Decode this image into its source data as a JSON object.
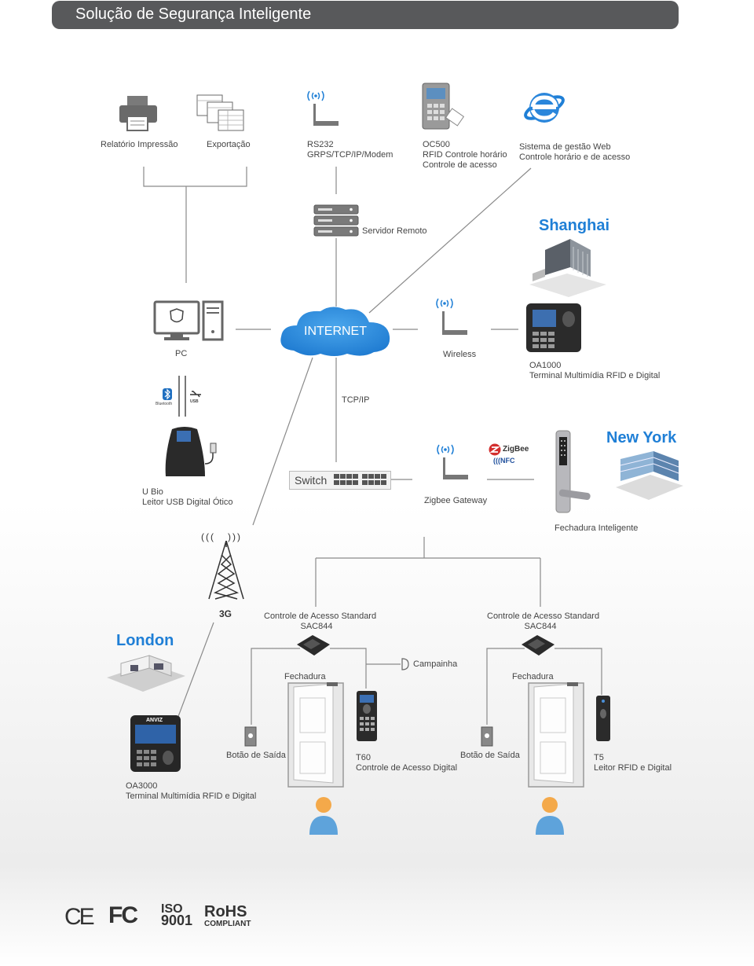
{
  "header": {
    "title": "Solução de Segurança Inteligente"
  },
  "top": {
    "print_label": "Relatório Impressão",
    "export_label": "Exportação",
    "rs232": [
      "RS232",
      "GRPS/TCP/IP/Modem"
    ],
    "oc500": [
      "OC500",
      "RFID Controle horário",
      "Controle de acesso"
    ],
    "web": [
      "Sistema de gestão Web",
      "Controle horário e de acesso"
    ]
  },
  "server_label": "Servidor Remoto",
  "cities": {
    "shanghai": "Shanghai",
    "new_york": "New York",
    "london": "London"
  },
  "pc_label": "PC",
  "internet_label": "INTERNET",
  "wireless_label": "Wireless",
  "oa1000": [
    "OA1000",
    "Terminal Multimídia RFID e Digital"
  ],
  "tcpip_label": "TCP/IP",
  "bluetooth_label": "Bluetooth",
  "usb_label": "USB",
  "ubio": [
    "U Bio",
    "Leitor USB Digital Ótico"
  ],
  "switch_label": "Switch",
  "zigbee_label": "Zigbee Gateway",
  "zigbee_logo": "ZigBee",
  "nfc_logo": "NFC",
  "smart_lock_label": "Fechadura Inteligente",
  "g3_label": "3G",
  "sac_left": [
    "Controle de Acesso Standard",
    "SAC844"
  ],
  "sac_right": [
    "Controle de Acesso Standard",
    "SAC844"
  ],
  "bell_label": "Campainha",
  "lock_left": "Fechadura",
  "lock_right": "Fechadura",
  "exit_left": "Botão de Saída",
  "exit_right": "Botão de Saída",
  "t60": [
    "T60",
    "Controle de Acesso Digital"
  ],
  "t5": [
    "T5",
    "Leitor RFID e Digital"
  ],
  "oa3000": [
    "OA3000",
    "Terminal Multimídia RFID e Digital"
  ],
  "device_brand": "ANVIZ",
  "certs": {
    "ce": "CE",
    "fc": "FC",
    "iso": "ISO",
    "iso_num": "9001",
    "rohs": "RoHS",
    "rohs_sub": "COMPLIANT"
  },
  "colors": {
    "header_bg": "#58595b",
    "internet_cloud": "#2e8fde",
    "city_blue": "#1f7fd6",
    "line_gray": "#8a8a8a"
  }
}
